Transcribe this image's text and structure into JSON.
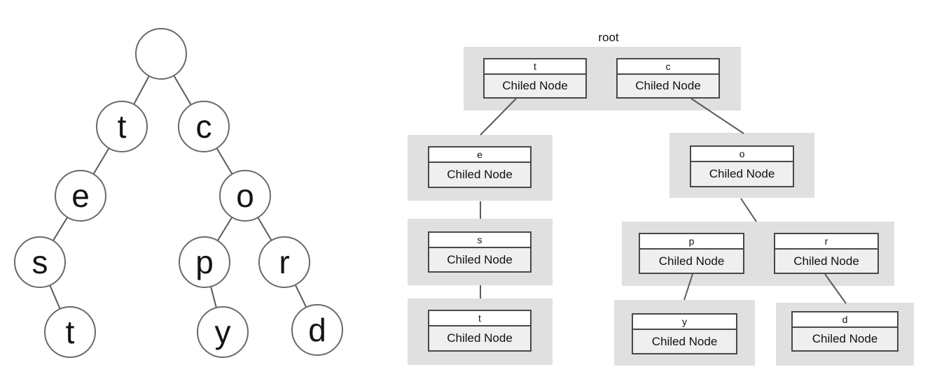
{
  "left_tree": {
    "description": "binary tree of circles",
    "nodes": [
      {
        "id": "root",
        "label": ""
      },
      {
        "id": "t",
        "label": "t"
      },
      {
        "id": "c",
        "label": "c"
      },
      {
        "id": "e",
        "label": "e"
      },
      {
        "id": "o",
        "label": "o"
      },
      {
        "id": "s",
        "label": "s"
      },
      {
        "id": "p",
        "label": "p"
      },
      {
        "id": "r",
        "label": "r"
      },
      {
        "id": "t2",
        "label": "t"
      },
      {
        "id": "y",
        "label": "y"
      },
      {
        "id": "d",
        "label": "d"
      }
    ],
    "edges": [
      "root-t",
      "root-c",
      "t-e",
      "e-s",
      "s-t2",
      "c-o",
      "o-p",
      "o-r",
      "p-y",
      "r-d"
    ]
  },
  "right_tree": {
    "root_label": "root",
    "nodes": [
      {
        "id": "t",
        "key": "t",
        "body": "Chiled Node"
      },
      {
        "id": "c",
        "key": "c",
        "body": "Chiled Node"
      },
      {
        "id": "e",
        "key": "e",
        "body": "Chiled Node"
      },
      {
        "id": "o",
        "key": "o",
        "body": "Chiled Node"
      },
      {
        "id": "s",
        "key": "s",
        "body": "Chiled Node"
      },
      {
        "id": "p",
        "key": "p",
        "body": "Chiled Node"
      },
      {
        "id": "r",
        "key": "r",
        "body": "Chiled Node"
      },
      {
        "id": "t2",
        "key": "t",
        "body": "Chiled Node"
      },
      {
        "id": "y",
        "key": "y",
        "body": "Chiled Node"
      },
      {
        "id": "d",
        "key": "d",
        "body": "Chiled Node"
      }
    ]
  },
  "colors": {
    "container_gray": "#e0e0e0",
    "box_body_gray": "#efefef",
    "box_border": "#484848",
    "line_gray": "#5a5a5a",
    "circle_stroke": "#6a6a6a"
  }
}
